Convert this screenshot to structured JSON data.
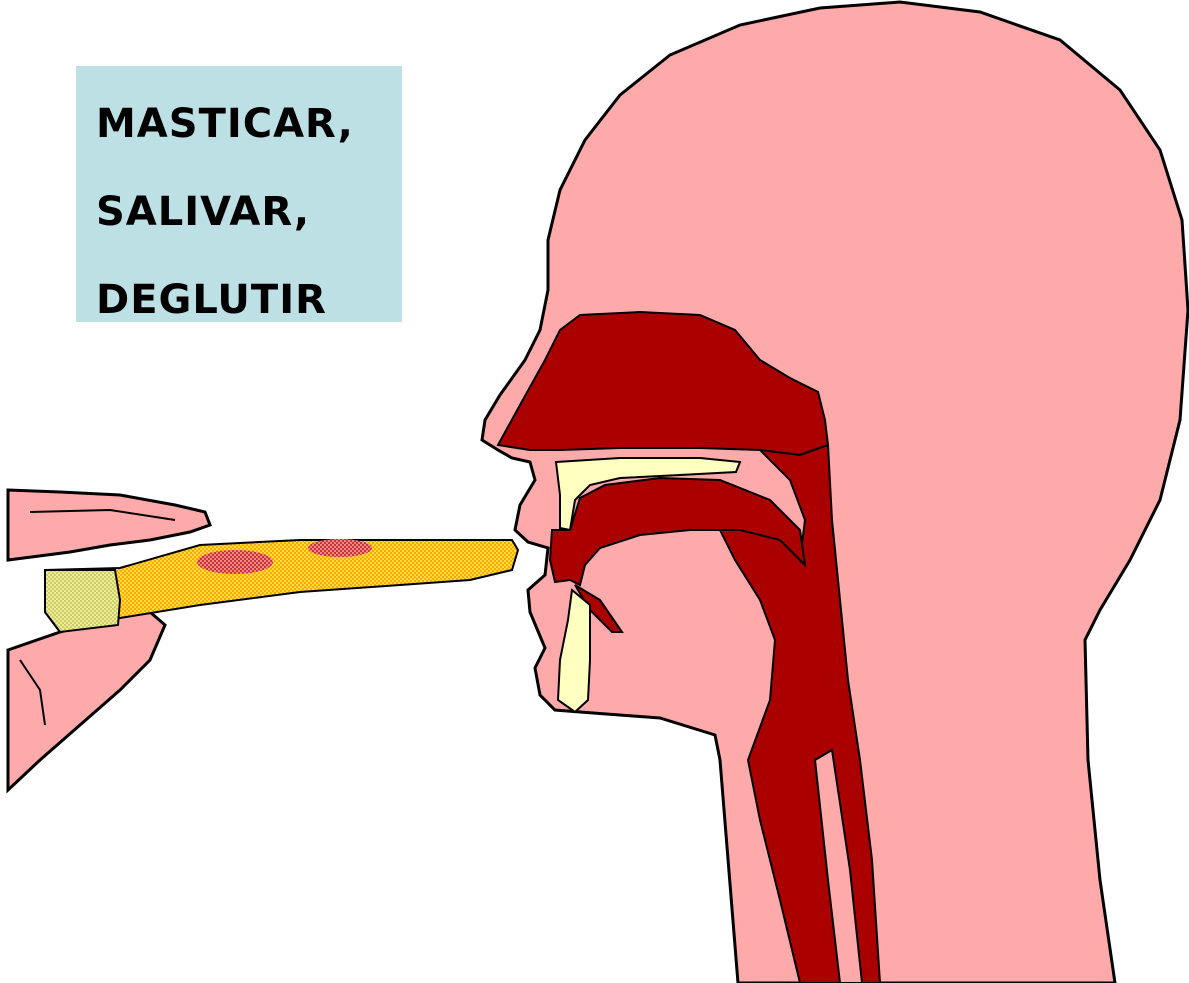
{
  "caption": {
    "lines": [
      "MASTICAR,",
      "SALIVAR,",
      "DEGLUTIR"
    ]
  },
  "colors": {
    "background": "#ffffff",
    "label_box": "#bde0e4",
    "skin": "#ffaaaa",
    "tissue": "#aa0000",
    "bone": "#ffffc0",
    "outline": "#000000",
    "food_orange": "#ffaa00",
    "food_yellow": "#ffdd44",
    "food_pale": "#eeee99",
    "topping": "#cc3333"
  },
  "icons": [
    "head-profile-icon",
    "hand-icon",
    "food-icon"
  ]
}
